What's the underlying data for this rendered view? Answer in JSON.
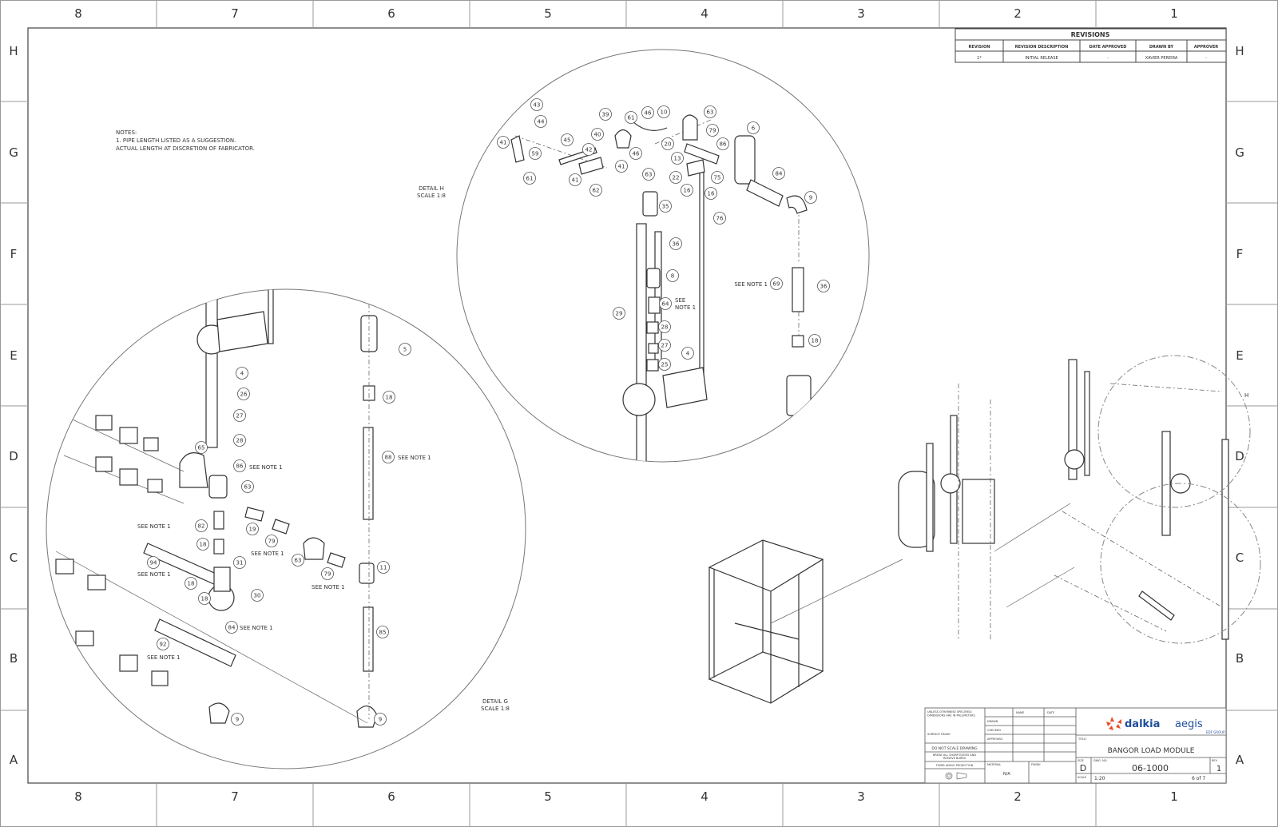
{
  "zones": {
    "columns": [
      "8",
      "7",
      "6",
      "5",
      "4",
      "3",
      "2",
      "1"
    ],
    "rows": [
      "H",
      "G",
      "F",
      "E",
      "D",
      "C",
      "B",
      "A"
    ]
  },
  "notes": {
    "heading": "NOTES:",
    "line1": "1. PIPE LENGTH LISTED AS A SUGGESTION.",
    "line2": "ACTUAL LENGTH AT DISCRETION OF FABRICATOR."
  },
  "details": {
    "h": {
      "title": "DETAIL H",
      "scale": "SCALE 1:8"
    },
    "g": {
      "title": "DETAIL G",
      "scale": "SCALE 1:8"
    },
    "h_marker": "H"
  },
  "see_note": "SEE NOTE 1",
  "see_note_split": [
    "SEE",
    "NOTE 1"
  ],
  "balloons_h": [
    "43",
    "44",
    "41",
    "59",
    "61",
    "45",
    "42",
    "41",
    "62",
    "39",
    "40",
    "61",
    "46",
    "10",
    "20",
    "46",
    "41",
    "13",
    "63",
    "79",
    "86",
    "6",
    "63",
    "22",
    "75",
    "16",
    "16",
    "84",
    "9",
    "35",
    "76",
    "36",
    "8",
    "69",
    "36",
    "64",
    "29",
    "28",
    "27",
    "4",
    "25",
    "18"
  ],
  "balloons_g": [
    "5",
    "4",
    "26",
    "27",
    "28",
    "65",
    "86",
    "18",
    "88",
    "63",
    "82",
    "19",
    "79",
    "18",
    "31",
    "63",
    "79",
    "94",
    "18",
    "18",
    "30",
    "11",
    "84",
    "85",
    "92",
    "9",
    "9"
  ],
  "revisions": {
    "title": "REVISIONS",
    "headers": [
      "REVISION",
      "REVISION DESCRIPTION",
      "DATE APPROVED",
      "DRAWN BY",
      "APPROVER"
    ],
    "rows": [
      [
        "1*",
        "INITIAL RELEASE",
        "-",
        "XAVIER PEREIRA",
        "-"
      ]
    ]
  },
  "title_block": {
    "tolerance_note": "UNLESS OTHERWISE SPECIFIED: DIMENSIONS ARE IN MILLIMETERS",
    "surface_finish": "SURFACE FINISH",
    "do_not_scale": "DO NOT SCALE DRAWING",
    "break_edges": "BREAK ALL SHARP EDGES AND REMOVE BURRS",
    "projection": "THIRD ANGLE PROJECTION",
    "name_label": "NAME",
    "date_label": "DATE",
    "drawn_label": "DRAWN",
    "checked_label": "CHECKED",
    "approved_label": "APPROVED",
    "material_label": "MATERIAL",
    "material_value": "N/A",
    "finish_label": "FINISH",
    "company_brand": "dalkia",
    "company_suffix": "aegis",
    "company_sub": "EDF GROUP",
    "title_label": "TITLE:",
    "title": "BANGOR LOAD MODULE",
    "size_label": "SIZE",
    "size": "D",
    "dwg_label": "DWG. NO.",
    "dwg_no": "06-1000",
    "rev_label": "REV",
    "rev": "1",
    "scale_label": "SCALE",
    "scale": "1:20",
    "sheet": "6 of 7"
  },
  "colors": {
    "line": "#333333",
    "logo_orange": "#e8502a",
    "logo_blue": "#1f4e9a"
  }
}
